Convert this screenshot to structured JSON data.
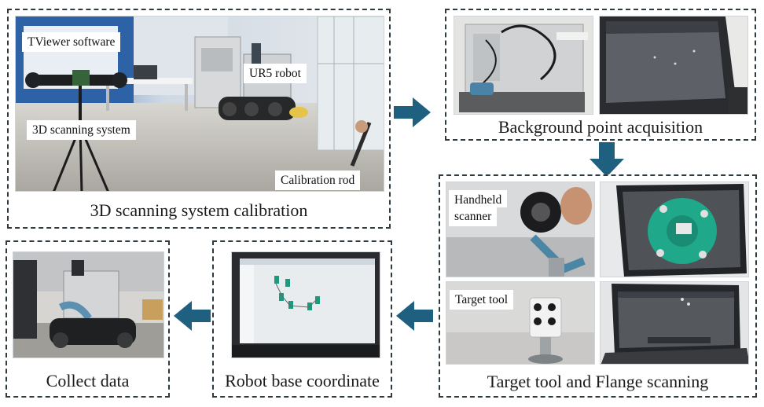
{
  "panels": {
    "calibration": {
      "caption": "3D scanning system calibration",
      "labels": {
        "tviewer": "TViewer software",
        "ur5": "UR5 robot",
        "scanning_system": "3D scanning system",
        "calibration_rod": "Calibration rod"
      }
    },
    "background": {
      "caption": "Background point acquisition"
    },
    "target_flange": {
      "caption": "Target tool and Flange scanning",
      "labels": {
        "handheld_line1": "Handheld",
        "handheld_line2": "scanner",
        "target_tool": "Target tool"
      }
    },
    "robot_base": {
      "caption": "Robot base coordinate"
    },
    "collect": {
      "caption": "Collect data"
    }
  },
  "colors": {
    "arrow": "#1f5f80",
    "border": "#2f3a40",
    "flange_green": "#1fa88a",
    "marker_teal": "#1d9a7e"
  }
}
